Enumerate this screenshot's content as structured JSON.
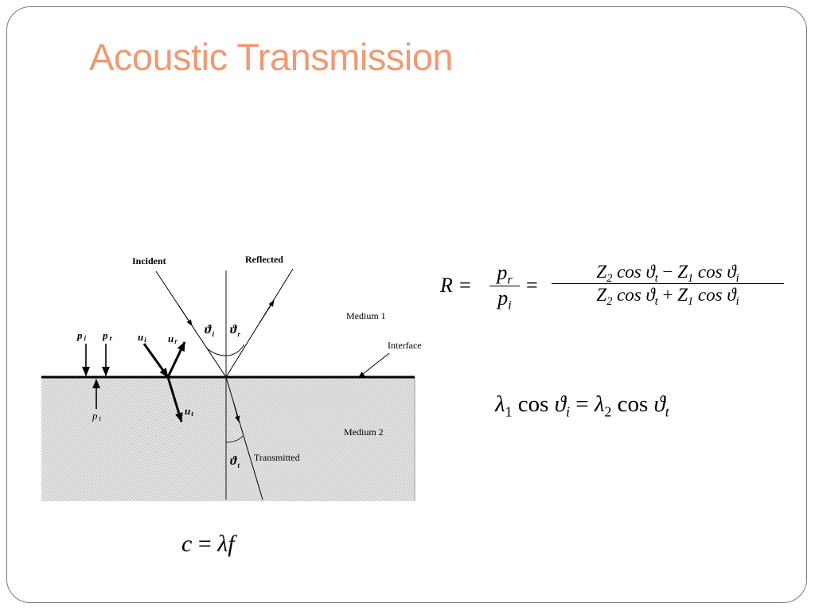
{
  "slide": {
    "title": "Acoustic Transmission"
  },
  "diagram": {
    "labels": {
      "incident": "Incident",
      "reflected": "Reflected",
      "medium1": "Medium 1",
      "interface": "Interface",
      "medium2": "Medium 2",
      "transmitted": "Transmitted"
    },
    "symbols": {
      "theta": "ϑ",
      "p_i_base": "p",
      "p_i_sub": "i",
      "p_r_base": "p",
      "p_r_sub": "r",
      "p_t_base": "p",
      "p_t_sub": "t",
      "u_i_base": "u",
      "u_i_sub": "i",
      "u_r_base": "u",
      "u_r_sub": "r",
      "u_t_base": "u",
      "u_t_sub": "t",
      "theta_i_sub": "i",
      "theta_r_sub": "r",
      "theta_t_sub": "t"
    }
  },
  "equations": {
    "reflection": {
      "lhs": "R =",
      "frac1_num_base": "p",
      "frac1_num_sub": "r",
      "frac1_den_base": "p",
      "frac1_den_sub": "i",
      "equals": "=",
      "num": {
        "z2": "Z",
        "z2_sub": "2",
        "cos1": " cos ",
        "theta_t": "ϑ",
        "theta_t_sub": "t",
        "op": " − ",
        "z1": "Z",
        "z1_sub": "1",
        "cos2": " cos ",
        "theta_i": "ϑ",
        "theta_i_sub": "i"
      },
      "den": {
        "z2": "Z",
        "z2_sub": "2",
        "cos1": " cos ",
        "theta_t": "ϑ",
        "theta_t_sub": "t",
        "op": " + ",
        "z1": "Z",
        "z1_sub": "1",
        "cos2": " cos ",
        "theta_i": "ϑ",
        "theta_i_sub": "i"
      }
    },
    "snell": {
      "lambda1": "λ",
      "lambda1_sub": "1",
      "cos1": " cos ",
      "theta1": "ϑ",
      "theta1_sub": "i",
      "equals": " = ",
      "lambda2": "λ",
      "lambda2_sub": "2",
      "cos2": " cos ",
      "theta2": "ϑ",
      "theta2_sub": "t"
    },
    "wave": {
      "c": "c",
      "equals": " = ",
      "lambda": "λ",
      "f": "f"
    }
  }
}
